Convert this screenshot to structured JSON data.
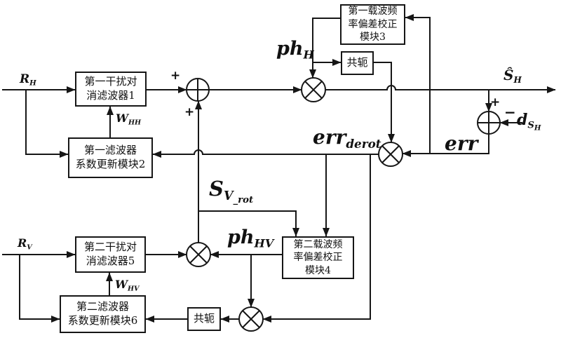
{
  "diagram": {
    "boxes": {
      "filter1": {
        "lines": [
          "第一干扰对",
          "消滤波器1"
        ]
      },
      "coeff2": {
        "lines": [
          "第一滤波器",
          "系数更新模块2"
        ]
      },
      "cfo3": {
        "lines": [
          "第一载波频",
          "率偏差校正",
          "模块3"
        ]
      },
      "conj_top": {
        "lines": [
          "共轭"
        ]
      },
      "cfo4": {
        "lines": [
          "第二载波频",
          "率偏差校正",
          "模块4"
        ]
      },
      "filter5": {
        "lines": [
          "第二干扰对",
          "消滤波器5"
        ]
      },
      "coeff6": {
        "lines": [
          "第二滤波器",
          "系数更新模块6"
        ]
      },
      "conj_bot": {
        "lines": [
          "共轭"
        ]
      }
    },
    "labels": {
      "r_h": {
        "base": "R",
        "sub": "H"
      },
      "r_v": {
        "base": "R",
        "sub": "V"
      },
      "w_hh": {
        "base": "W",
        "sub": "HH"
      },
      "w_hv": {
        "base": "W",
        "sub": "HV"
      },
      "ph_h": {
        "base": "ph",
        "sub": "H"
      },
      "ph_hv": {
        "base": "ph",
        "sub": "HV"
      },
      "s_hat_h": {
        "base": "Ŝ",
        "sub": "H"
      },
      "s_v_rot": {
        "base": "S",
        "sub": "V",
        "subsub": "_rot"
      },
      "err_derot": {
        "base": "err",
        "sub": "derot"
      },
      "err": {
        "base": "err"
      },
      "d_s_h": {
        "base": "d",
        "sub": "S",
        "subsub": "H"
      }
    },
    "signs": {
      "sum1_left_plus": "+",
      "sum1_bottom_plus": "+",
      "sum2_top_plus": "+",
      "sum2_right_minus": "−"
    },
    "colors": {
      "line": "#161616",
      "background": "#ffffff"
    }
  }
}
